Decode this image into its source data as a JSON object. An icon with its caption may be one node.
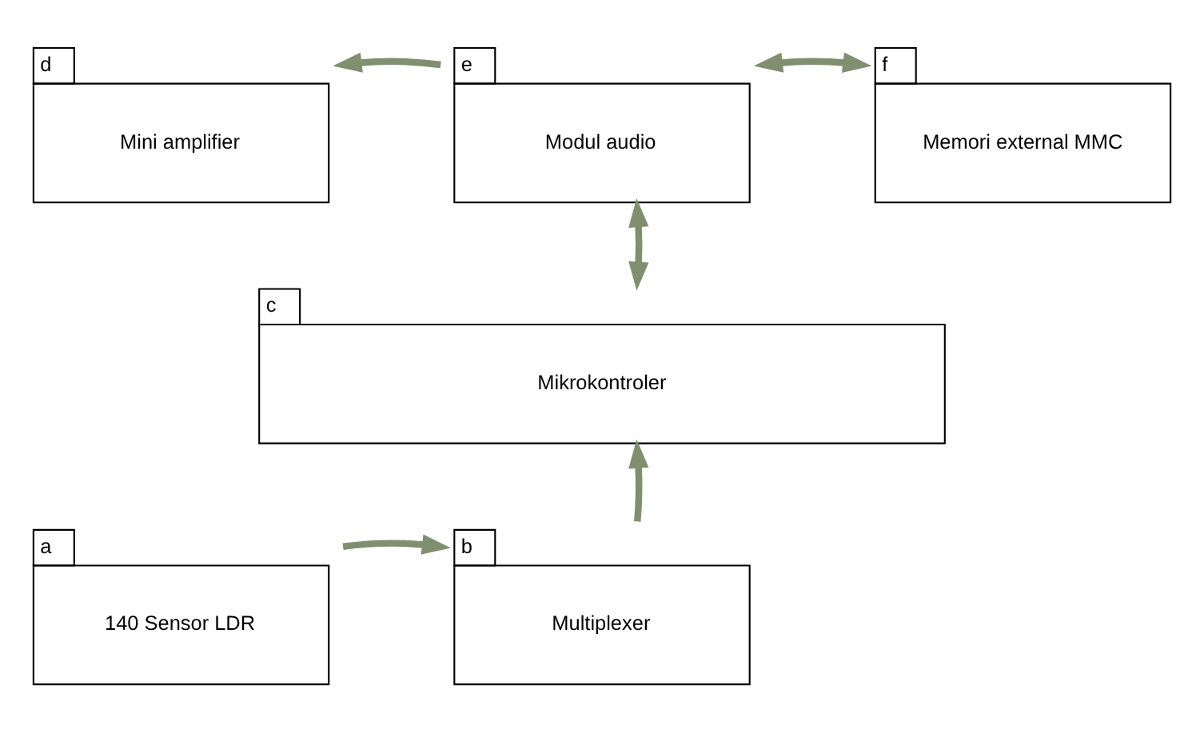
{
  "diagram": {
    "nodes": [
      {
        "text": [
          "d",
          "Mini amplifier"
        ]
      },
      {
        "text": [
          "e",
          "Modul audio"
        ]
      },
      {
        "text": [
          "f",
          "Memori external MMC"
        ]
      },
      {
        "text": [
          "c",
          "Mikrokontroler"
        ]
      },
      {
        "text": [
          "a",
          "140 Sensor LDR"
        ]
      },
      {
        "text": [
          "b",
          "Multiplexer"
        ]
      }
    ],
    "edges": [
      {
        "from": 1,
        "to": 0,
        "arrow": "to"
      },
      {
        "from": 1,
        "to": 2,
        "arrow": "both"
      },
      {
        "from": 1,
        "to": 3,
        "arrow": "both"
      },
      {
        "from": 4,
        "to": 5,
        "arrow": "to"
      },
      {
        "from": 5,
        "to": 3,
        "arrow": "to"
      }
    ]
  }
}
